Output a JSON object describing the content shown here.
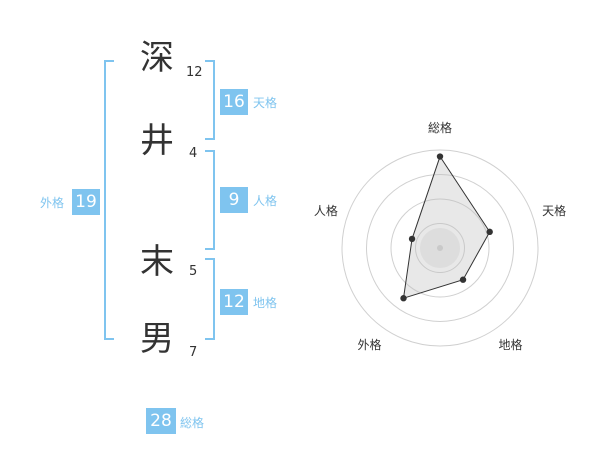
{
  "name": {
    "chars": [
      "深",
      "井",
      "末",
      "男"
    ],
    "strokes": [
      "12",
      "4",
      "5",
      "7"
    ]
  },
  "kakusu": {
    "tenkaku": {
      "label": "天格",
      "value": "16"
    },
    "jinkaku": {
      "label": "人格",
      "value": "9"
    },
    "chikaku": {
      "label": "地格",
      "value": "12"
    },
    "gaikaku": {
      "label": "外格",
      "value": "19"
    },
    "soukaku": {
      "label": "総格",
      "value": "28"
    }
  },
  "chart_data": {
    "type": "radar",
    "axes": [
      "総格",
      "天格",
      "地格",
      "外格",
      "人格"
    ],
    "values": [
      28,
      16,
      12,
      19,
      9
    ],
    "rings": 4,
    "colors": {
      "accent": "#7fc4ef",
      "text": "#333333"
    }
  }
}
